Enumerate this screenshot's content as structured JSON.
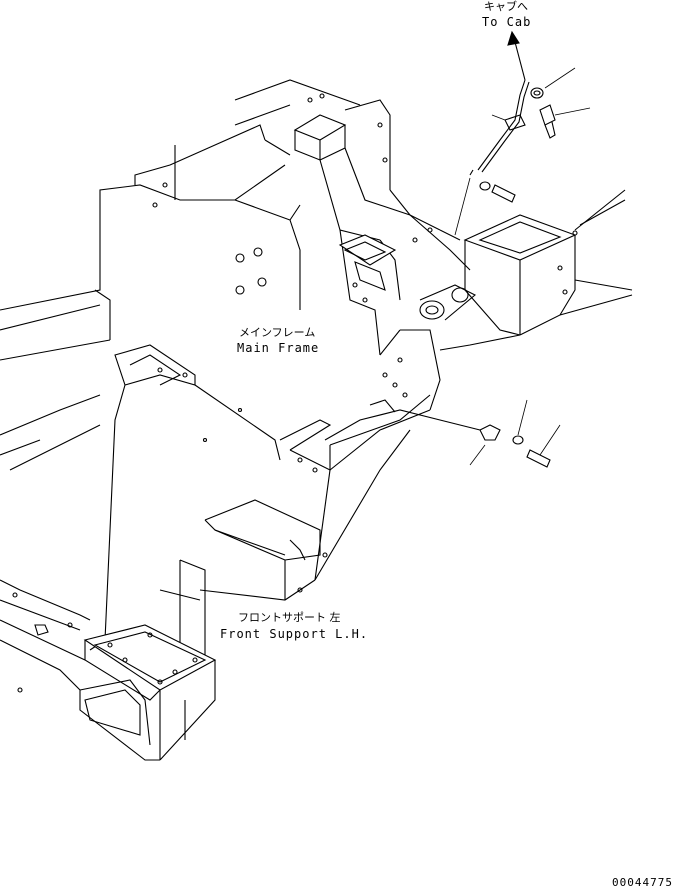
{
  "labels": {
    "to_cab_jp": "キャブへ",
    "to_cab_en": "To Cab",
    "main_frame_jp": "メインフレーム",
    "main_frame_en": "Main Frame",
    "front_support_jp": "フロントサポート 左",
    "front_support_en": "Front Support L.H.",
    "drawing_number": "00044775"
  },
  "colors": {
    "line": "#000000",
    "background": "#ffffff"
  }
}
